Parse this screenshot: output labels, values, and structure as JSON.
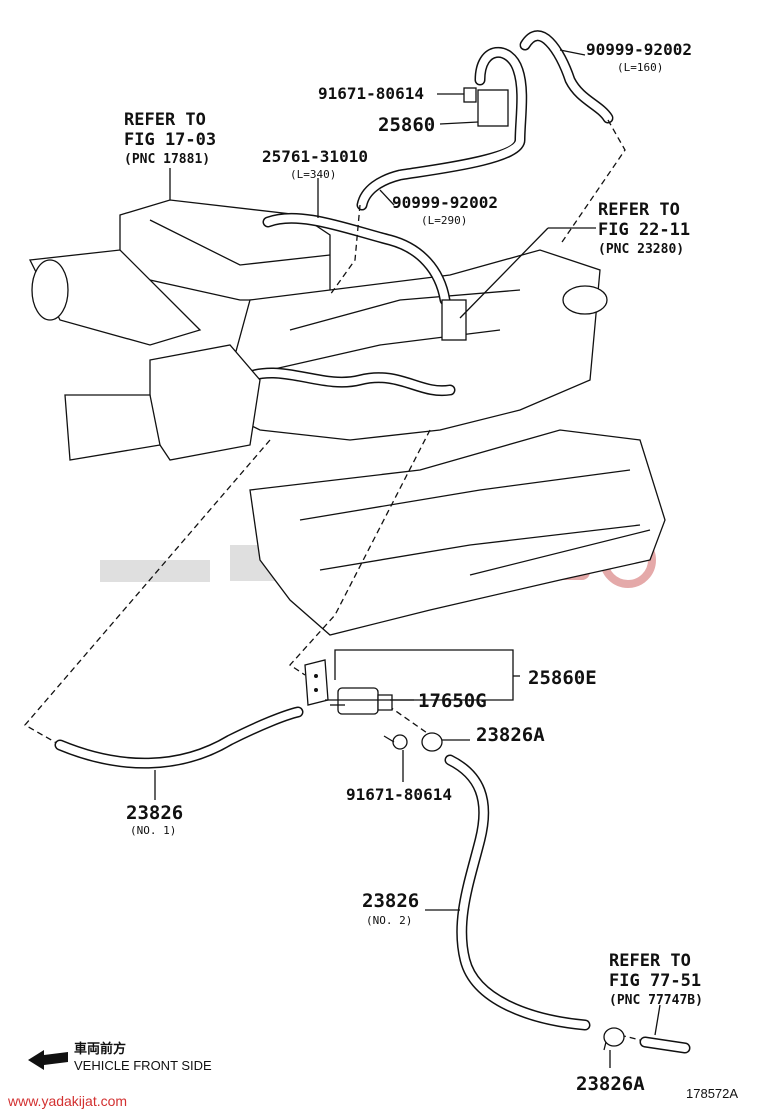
{
  "labels": {
    "ref1_line1": "REFER TO",
    "ref1_line2": "FIG 17-03",
    "ref1_line3": "(PNC 17881)",
    "p91671_top": "91671-80614",
    "p25860": "25860",
    "p25761": "25761-31010",
    "p25761_len": "(L=340)",
    "p90999_top": "90999-92002",
    "p90999_top_len": "(L=160)",
    "p90999_mid": "90999-92002",
    "p90999_mid_len": "(L=290)",
    "ref2_line1": "REFER TO",
    "ref2_line2": "FIG 22-11",
    "ref2_line3": "(PNC 23280)",
    "p25860E": "25860E",
    "p17650G": "17650G",
    "p23826A_top": "23826A",
    "p91671_bottom": "91671-80614",
    "p23826_no1": "23826",
    "p23826_no1_sub": "(NO. 1)",
    "p23826_no2": "23826",
    "p23826_no2_sub": "(NO. 2)",
    "ref3_line1": "REFER TO",
    "ref3_line2": "FIG 77-51",
    "ref3_line3": "(PNC 77747B)",
    "p23826A_bottom": "23826A",
    "front_jp": "車両前方",
    "front_en": "VEHICLE FRONT SIDE",
    "diagram_id": "178572A",
    "watermark_url": "www.yadakijat.com"
  },
  "colors": {
    "line": "#111111",
    "watermark_red": "#d23030",
    "watermark_gray": "#d9d9d9"
  }
}
